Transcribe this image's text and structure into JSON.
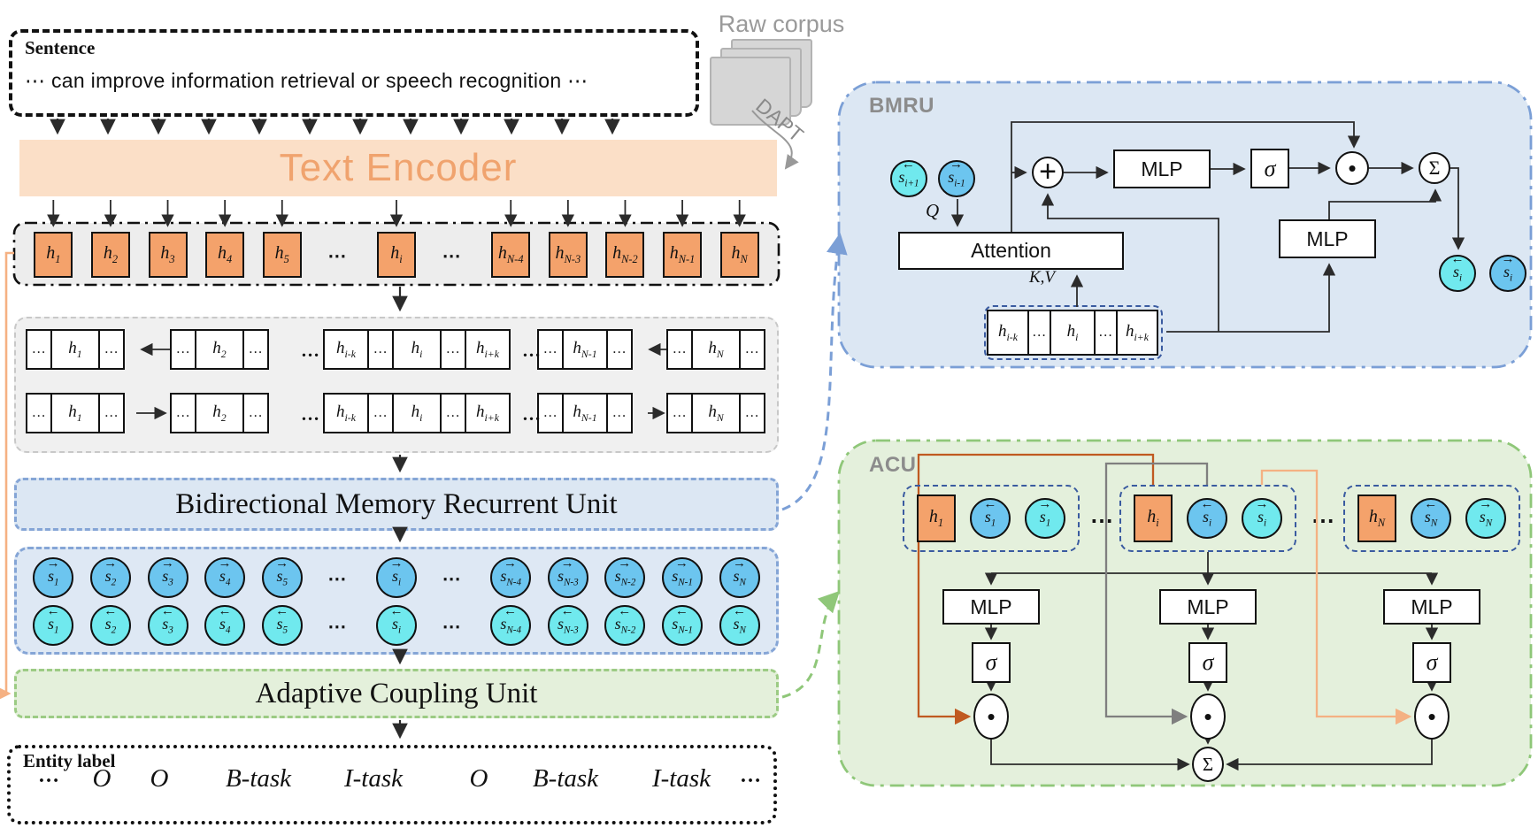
{
  "colors": {
    "accent_orange": "#F4A26B",
    "peach_bar": "#FBDFC7",
    "encoder_text": "#F0A36E",
    "blue_circle": "#6CC5EF",
    "cyan_circle": "#70E9EE",
    "panel_blue": "#DCE7F3",
    "panel_green": "#E4F0DC",
    "border_blue": "#7B9FD6",
    "border_green": "#8FC779",
    "wire_dark_orange": "#C05A21",
    "wire_gray": "#7F7F7F",
    "wire_light_orange": "#F4B183"
  },
  "sentence": {
    "title": "Sentence",
    "text": "⋯  can improve information retrieval or speech recognition  ⋯"
  },
  "raw_corpus": {
    "label": "Raw corpus",
    "dapt": "DAPT"
  },
  "encoder": {
    "label": "Text Encoder"
  },
  "h_row": {
    "items": [
      "h:1",
      "h:2",
      "h:3",
      "h:4",
      "h:5",
      "⋯",
      "h:i",
      "⋯",
      "h:N-4",
      "h:N-3",
      "h:N-2",
      "h:N-1",
      "h:N"
    ]
  },
  "memory": {
    "separator": "…",
    "rows": [
      {
        "dir": "left",
        "groups": [
          [
            "…",
            "h:1",
            "…"
          ],
          [
            "…",
            "h:2",
            "…"
          ],
          [
            "h:i-k",
            "…",
            "h:i",
            "…",
            "h:i+k"
          ],
          [
            "…",
            "h:N-1",
            "…"
          ],
          [
            "…",
            "h:N",
            "…"
          ]
        ]
      },
      {
        "dir": "right",
        "groups": [
          [
            "…",
            "h:1",
            "…"
          ],
          [
            "…",
            "h:2",
            "…"
          ],
          [
            "h:i-k",
            "…",
            "h:i",
            "…",
            "h:i+k"
          ],
          [
            "…",
            "h:N-1",
            "…"
          ],
          [
            "…",
            "h:N",
            "…"
          ]
        ]
      }
    ]
  },
  "bmru_bar": {
    "label": "Bidirectional Memory Recurrent Unit"
  },
  "states": {
    "forward": {
      "arrow": "→",
      "color": "blue",
      "subs": [
        "1",
        "2",
        "3",
        "4",
        "5",
        "⋯",
        "i",
        "⋯",
        "N-4",
        "N-3",
        "N-2",
        "N-1",
        "N"
      ]
    },
    "backward": {
      "arrow": "←",
      "color": "cyan",
      "subs": [
        "1",
        "2",
        "3",
        "4",
        "5",
        "⋯",
        "i",
        "⋯",
        "N-4",
        "N-3",
        "N-2",
        "N-1",
        "N"
      ]
    }
  },
  "acu_bar": {
    "label": "Adaptive Coupling Unit"
  },
  "entity": {
    "title": "Entity label",
    "labels": [
      "…",
      "O",
      "O",
      "B-task",
      "I-task",
      "O",
      "B-task",
      "I-task",
      "…"
    ]
  },
  "bmru_panel": {
    "label": "BMRU",
    "inputs": [
      {
        "arrow": "←",
        "base": "s",
        "sub": "i+1",
        "color": "cyan"
      },
      {
        "arrow": "→",
        "base": "s",
        "sub": "i-1",
        "color": "blue"
      }
    ],
    "q": "Q",
    "attention": "Attention",
    "kv": "K,V",
    "window": [
      "h:i-k",
      "…",
      "h:i",
      "…",
      "h:i+k"
    ],
    "mlp_top": "MLP",
    "sigma": "σ",
    "mlp_right": "MLP",
    "ops": {
      "plus": "+",
      "dot": "•",
      "sum": "Σ"
    },
    "outputs": [
      {
        "arrow": "←",
        "base": "s",
        "sub": "i",
        "color": "cyan"
      },
      {
        "arrow": "→",
        "base": "s",
        "sub": "i",
        "color": "blue"
      }
    ]
  },
  "acu_panel": {
    "label": "ACU",
    "ellipsis": "⋯",
    "groups": [
      {
        "h": "h:1",
        "s1": {
          "arrow": "←",
          "base": "s",
          "sub": "1",
          "color": "blue"
        },
        "s2": {
          "arrow": "→",
          "base": "s",
          "sub": "1",
          "color": "cyan"
        }
      },
      {
        "h": "h:i",
        "s1": {
          "arrow": "←",
          "base": "s",
          "sub": "i",
          "color": "blue"
        },
        "s2": {
          "arrow": "→",
          "base": "s",
          "sub": "i",
          "color": "cyan"
        }
      },
      {
        "h": "h:N",
        "s1": {
          "arrow": "←",
          "base": "s",
          "sub": "N",
          "color": "blue"
        },
        "s2": {
          "arrow": "→",
          "base": "s",
          "sub": "N",
          "color": "cyan"
        }
      }
    ],
    "mlp": "MLP",
    "sigma": "σ",
    "ops": {
      "dot": "•",
      "sum": "Σ"
    }
  }
}
